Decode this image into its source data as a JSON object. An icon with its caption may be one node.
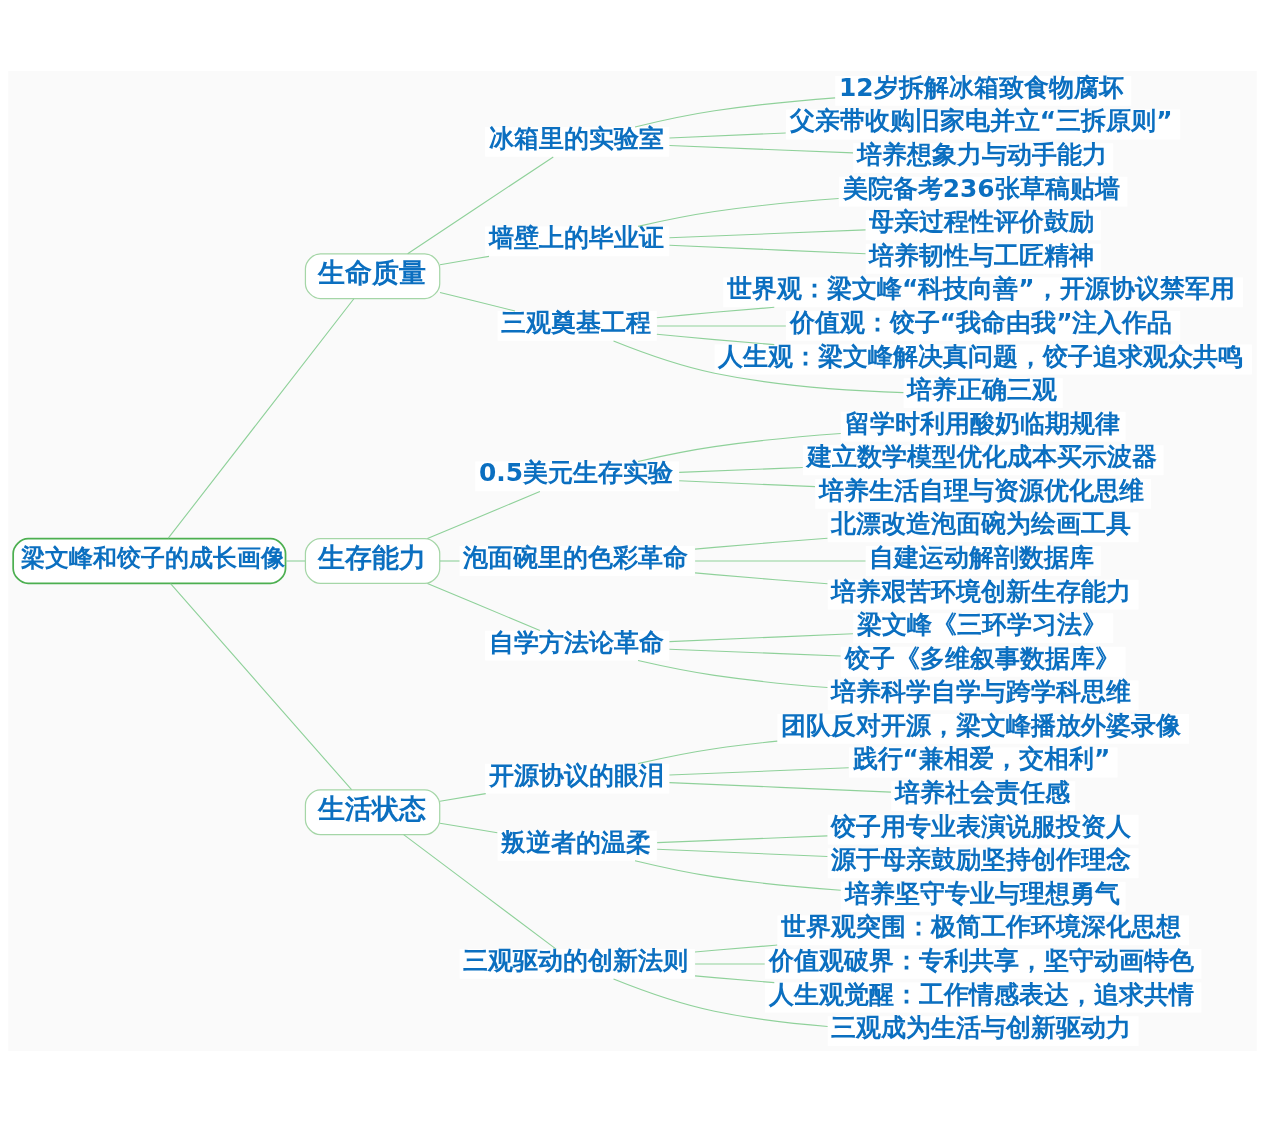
{
  "diagram": {
    "nodes": [
      {
        "text": [
          "梁文峰和饺子的成长画像"
        ]
      },
      {
        "text": [
          "生命质量"
        ]
      },
      {
        "text": [
          "冰箱里的实验室"
        ]
      },
      {
        "text": [
          "12岁拆解冰箱致食物腐坏"
        ]
      },
      {
        "text": [
          "父亲带收购旧家电并立“三拆原则”"
        ]
      },
      {
        "text": [
          "培养想象力与动手能力"
        ]
      },
      {
        "text": [
          "墙壁上的毕业证"
        ]
      },
      {
        "text": [
          "美院备考236张草稿贴墙"
        ]
      },
      {
        "text": [
          "母亲过程性评价鼓励"
        ]
      },
      {
        "text": [
          "培养韧性与工匠精神"
        ]
      },
      {
        "text": [
          "三观奠基工程"
        ]
      },
      {
        "text": [
          "世界观：梁文峰“科技向善”，开源协议禁军用"
        ]
      },
      {
        "text": [
          "价值观：饺子“我命由我”注入作品"
        ]
      },
      {
        "text": [
          "人生观：梁文峰解决真问题，饺子追求观众共鸣"
        ]
      },
      {
        "text": [
          "培养正确三观"
        ]
      },
      {
        "text": [
          "生存能力"
        ]
      },
      {
        "text": [
          "0.5美元生存实验"
        ]
      },
      {
        "text": [
          "留学时利用酸奶临期规律"
        ]
      },
      {
        "text": [
          "建立数学模型优化成本买示波器"
        ]
      },
      {
        "text": [
          "培养生活自理与资源优化思维"
        ]
      },
      {
        "text": [
          "泡面碗里的色彩革命"
        ]
      },
      {
        "text": [
          "北漂改造泡面碗为绘画工具"
        ]
      },
      {
        "text": [
          "自建运动解剖数据库"
        ]
      },
      {
        "text": [
          "培养艰苦环境创新生存能力"
        ]
      },
      {
        "text": [
          "自学方法论革命"
        ]
      },
      {
        "text": [
          "梁文峰《三环学习法》"
        ]
      },
      {
        "text": [
          "饺子《多维叙事数据库》"
        ]
      },
      {
        "text": [
          "培养科学自学与跨学科思维"
        ]
      },
      {
        "text": [
          "生活状态"
        ]
      },
      {
        "text": [
          "开源协议的眼泪"
        ]
      },
      {
        "text": [
          "团队反对开源，梁文峰播放外婆录像"
        ]
      },
      {
        "text": [
          "践行“兼相爱，交相利”"
        ]
      },
      {
        "text": [
          "培养社会责任感"
        ]
      },
      {
        "text": [
          "叛逆者的温柔"
        ]
      },
      {
        "text": [
          "饺子用专业表演说服投资人"
        ]
      },
      {
        "text": [
          "源于母亲鼓励坚持创作理念"
        ]
      },
      {
        "text": [
          "培养坚守专业与理想勇气"
        ]
      },
      {
        "text": [
          "三观驱动的创新法则"
        ]
      },
      {
        "text": [
          "世界观突围：极简工作环境深化思想"
        ]
      },
      {
        "text": [
          "价值观破界：专利共享，坚守动画特色"
        ]
      },
      {
        "text": [
          "人生观觉醒：工作情感表达，追求共情"
        ]
      },
      {
        "text": [
          "三观成为生活与创新驱动力"
        ]
      }
    ],
    "edges": [
      {
        "from": 0,
        "to": 1,
        "arrow": "none"
      },
      {
        "from": 1,
        "to": 2,
        "arrow": "none"
      },
      {
        "from": 2,
        "to": 3,
        "arrow": "none"
      },
      {
        "from": 2,
        "to": 4,
        "arrow": "none"
      },
      {
        "from": 2,
        "to": 5,
        "arrow": "none"
      },
      {
        "from": 1,
        "to": 6,
        "arrow": "none"
      },
      {
        "from": 6,
        "to": 7,
        "arrow": "none"
      },
      {
        "from": 6,
        "to": 8,
        "arrow": "none"
      },
      {
        "from": 6,
        "to": 9,
        "arrow": "none"
      },
      {
        "from": 1,
        "to": 10,
        "arrow": "none"
      },
      {
        "from": 10,
        "to": 11,
        "arrow": "none"
      },
      {
        "from": 10,
        "to": 12,
        "arrow": "none"
      },
      {
        "from": 10,
        "to": 13,
        "arrow": "none"
      },
      {
        "from": 10,
        "to": 14,
        "arrow": "none"
      },
      {
        "from": 0,
        "to": 15,
        "arrow": "none"
      },
      {
        "from": 15,
        "to": 16,
        "arrow": "none"
      },
      {
        "from": 16,
        "to": 17,
        "arrow": "none"
      },
      {
        "from": 16,
        "to": 18,
        "arrow": "none"
      },
      {
        "from": 16,
        "to": 19,
        "arrow": "none"
      },
      {
        "from": 15,
        "to": 20,
        "arrow": "none"
      },
      {
        "from": 20,
        "to": 21,
        "arrow": "none"
      },
      {
        "from": 20,
        "to": 22,
        "arrow": "none"
      },
      {
        "from": 20,
        "to": 23,
        "arrow": "none"
      },
      {
        "from": 15,
        "to": 24,
        "arrow": "none"
      },
      {
        "from": 24,
        "to": 25,
        "arrow": "none"
      },
      {
        "from": 24,
        "to": 26,
        "arrow": "none"
      },
      {
        "from": 24,
        "to": 27,
        "arrow": "none"
      },
      {
        "from": 0,
        "to": 28,
        "arrow": "none"
      },
      {
        "from": 28,
        "to": 29,
        "arrow": "none"
      },
      {
        "from": 29,
        "to": 30,
        "arrow": "none"
      },
      {
        "from": 29,
        "to": 31,
        "arrow": "none"
      },
      {
        "from": 29,
        "to": 32,
        "arrow": "none"
      },
      {
        "from": 28,
        "to": 33,
        "arrow": "none"
      },
      {
        "from": 33,
        "to": 34,
        "arrow": "none"
      },
      {
        "from": 33,
        "to": 35,
        "arrow": "none"
      },
      {
        "from": 33,
        "to": 36,
        "arrow": "none"
      },
      {
        "from": 28,
        "to": 37,
        "arrow": "none"
      },
      {
        "from": 37,
        "to": 38,
        "arrow": "none"
      },
      {
        "from": 37,
        "to": 39,
        "arrow": "none"
      },
      {
        "from": 37,
        "to": 40,
        "arrow": "none"
      },
      {
        "from": 37,
        "to": 41,
        "arrow": "none"
      }
    ]
  }
}
